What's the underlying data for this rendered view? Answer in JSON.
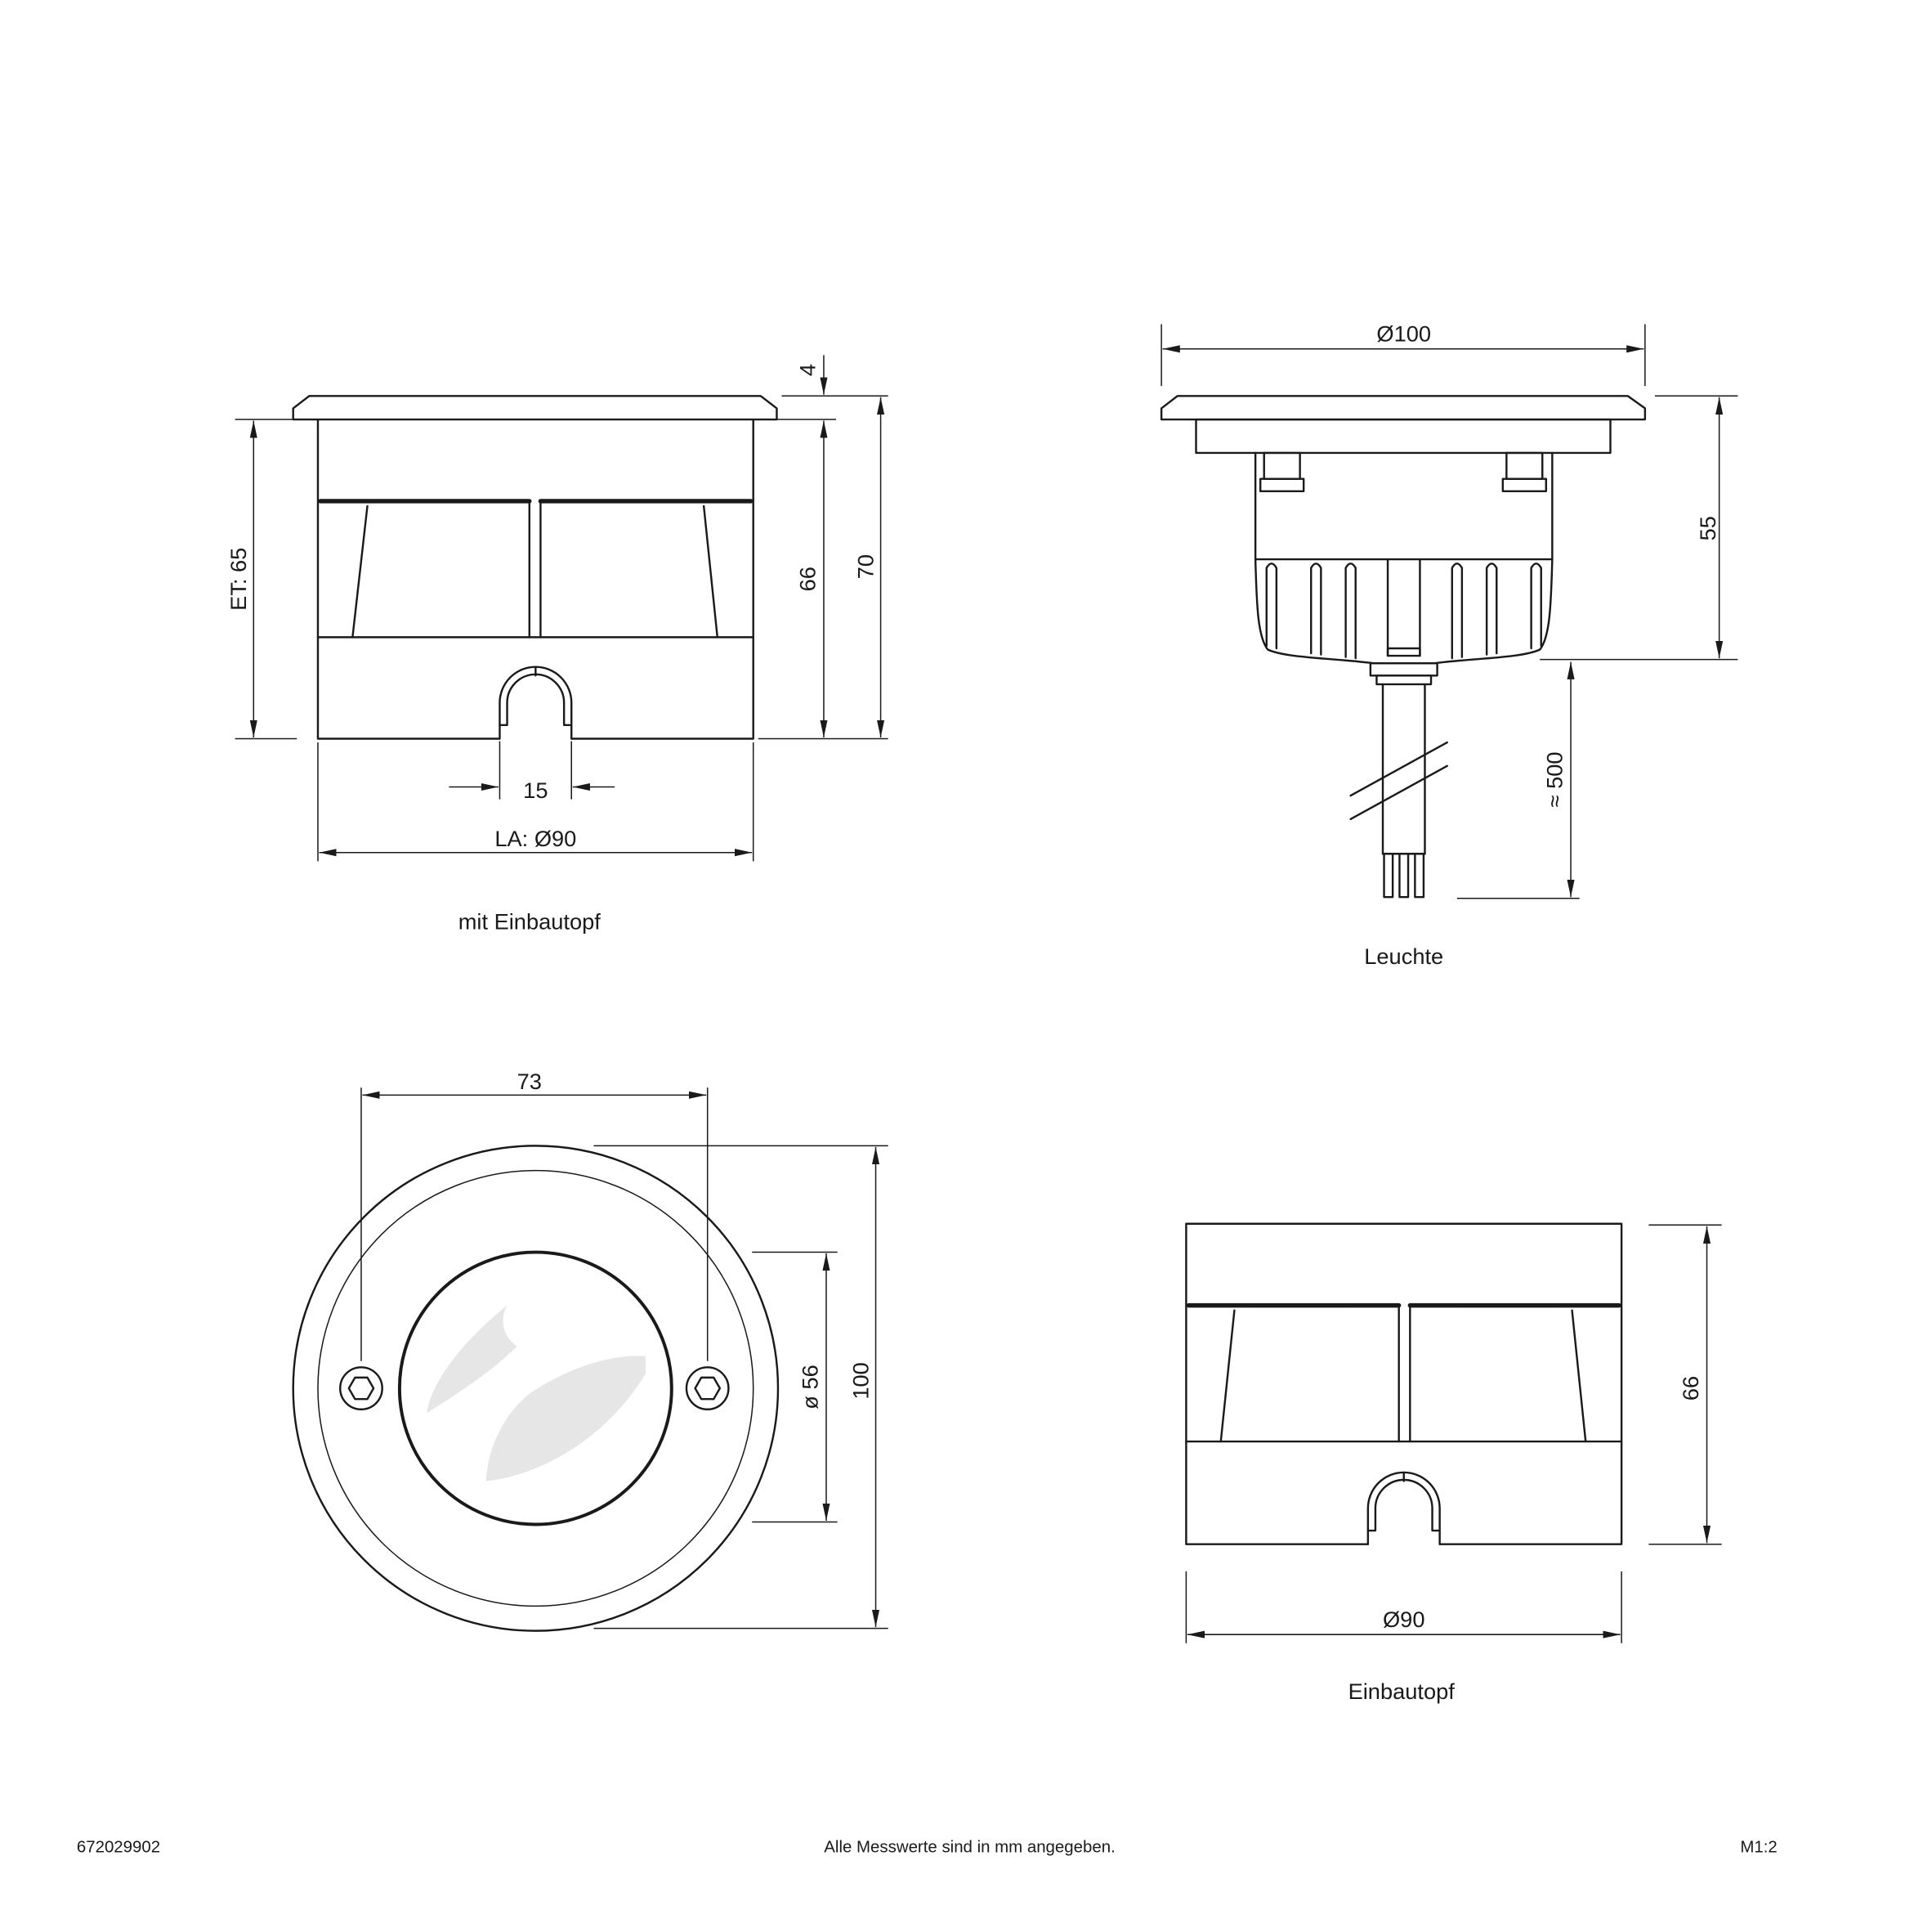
{
  "views": {
    "installed": {
      "caption": "mit Einbautopf",
      "dims": {
        "flange": "4",
        "installation_depth": "ET: 65",
        "body_height": "66",
        "total_height": "70",
        "cable_entry": "15",
        "cutout": "LA: Ø90"
      }
    },
    "luminaire": {
      "caption": "Leuchte",
      "dims": {
        "diameter": "Ø100",
        "height": "55",
        "cable_length": "≈ 500"
      }
    },
    "top": {
      "dims": {
        "screw_spacing": "73",
        "lens": "ø 56",
        "diameter": "100"
      }
    },
    "housing": {
      "caption": "Einbautopf",
      "dims": {
        "height": "66",
        "diameter": "Ø90"
      }
    }
  },
  "footer": {
    "article_number": "672029902",
    "note": "Alle Messwerte sind in mm angegeben.",
    "scale": "M1:2"
  },
  "colors": {
    "line": "#1a1a1a",
    "logo": "#e6e6e6"
  }
}
